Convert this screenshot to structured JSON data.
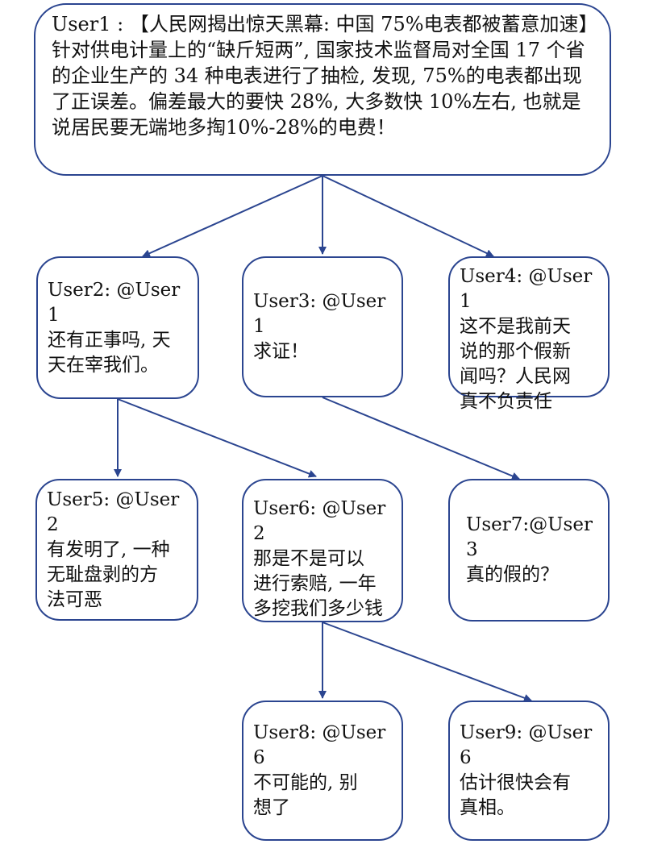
{
  "nodes": {
    "user1": "User1 : 【人民网揭出惊天黑幕: 中国 75%电表都被蓄意加速】针对供电计量上的“缺斤短两”, 国家技术监督局对全国 17 个省的企业生产的 34 种电表进行了抽检, 发现, 75%的电表都出现了正误差。偏差最大的要快 28%, 大多数快 10%左右, 也就是说居民要无端地多掏10%-28%的电费！",
    "user2": "User2: @User1\n还有正事吗, 天\n天在宰我们。",
    "user3": "User3: @User1\n求证！",
    "user4": "User4: @User1\n这不是我前天\n说的那个假新\n闻吗？人民网\n真不负责任",
    "user5": "User5: @User2\n有发明了, 一种\n无耻盘剥的方\n法可恶",
    "user6": "User6: @User2\n那是不是可以\n进行索赔, 一年\n多挖我们多少钱",
    "user7": "User7:@User3\n真的假的？",
    "user8": "User8: @User6\n不可能的, 别\n想了",
    "user9": "User9: @User6\n估计很快会有\n真相。"
  },
  "colors": {
    "border": "#2b4590",
    "arrow": "#2b4590",
    "text": "#111111",
    "background": "#ffffff"
  }
}
